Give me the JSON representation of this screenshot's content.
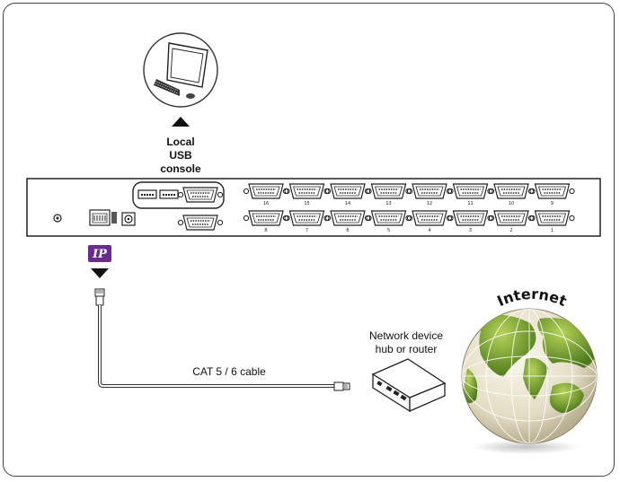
{
  "console": {
    "label_line1": "Local",
    "label_line2": "USB",
    "label_line3": "console"
  },
  "ip_badge": "IP",
  "cable": {
    "label": "CAT 5 / 6 cable"
  },
  "network_device": {
    "label_line1": "Network device",
    "label_line2": "hub or router"
  },
  "globe": {
    "label": "Internet"
  },
  "ports": {
    "top": [
      "16",
      "15",
      "14",
      "13",
      "12",
      "11",
      "10",
      "9"
    ],
    "bottom": [
      "8",
      "7",
      "6",
      "5",
      "4",
      "3",
      "2",
      "1"
    ]
  },
  "colors": {
    "ip_badge": "#6a2c8c",
    "globe_land": "#6f9a2c",
    "globe_ocean": "#e8e2cf"
  }
}
